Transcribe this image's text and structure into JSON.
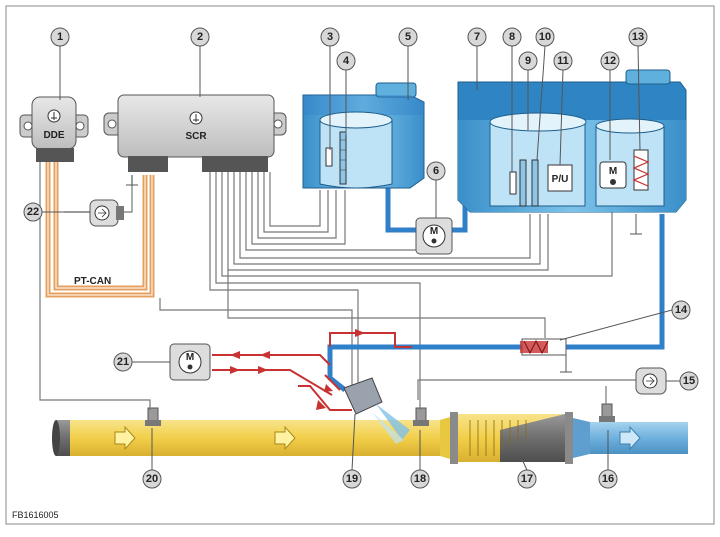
{
  "figure_code": "FB1616005",
  "labels": {
    "dde": "DDE",
    "scr": "SCR",
    "pt_can": "PT-CAN",
    "pu": "P/U",
    "motor": "M"
  },
  "callouts": [
    "1",
    "2",
    "3",
    "4",
    "5",
    "6",
    "7",
    "8",
    "9",
    "10",
    "11",
    "12",
    "13",
    "14",
    "15",
    "16",
    "17",
    "18",
    "19",
    "20",
    "21",
    "22"
  ],
  "colors": {
    "reductant": "#2f7fc9",
    "tank": "#5fb0dc",
    "exhaust_hot": "#f3d35a",
    "exhaust_clean": "#7fb9e0",
    "pressure_line": "#c83232",
    "can_wire": "#e5a060",
    "housing": "#d9d9d9"
  }
}
